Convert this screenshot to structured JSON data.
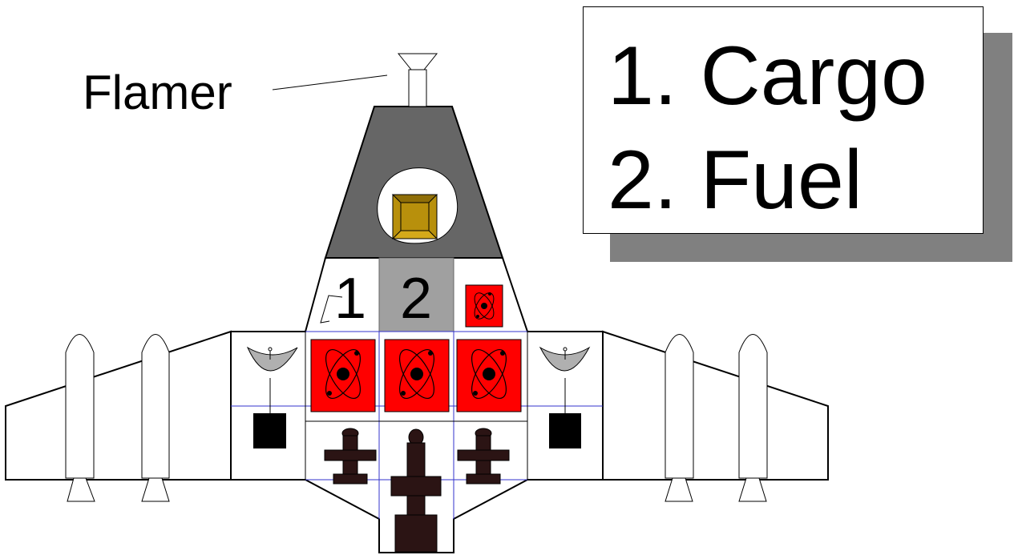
{
  "labels": {
    "flamer": "Flamer",
    "slot_1": "1",
    "slot_2": "2"
  },
  "legend": {
    "items": [
      "1. Cargo",
      "2. Fuel"
    ]
  },
  "colors": {
    "nose": "#666666",
    "reactor": "#ff0000",
    "fuel_slot": "#a0a0a0",
    "crate": "#b8900c",
    "turret": "#2b1414",
    "dish": "#b0b0b0",
    "grid_line": "#3333cc",
    "legend_shadow": "#808080"
  },
  "icons": [
    "flamer-nozzle-icon",
    "cargo-crate-icon",
    "cargo-bracket-icon",
    "reactor-atom-icon",
    "radar-dish-icon",
    "black-box-icon",
    "turret-icon",
    "missile-icon"
  ]
}
